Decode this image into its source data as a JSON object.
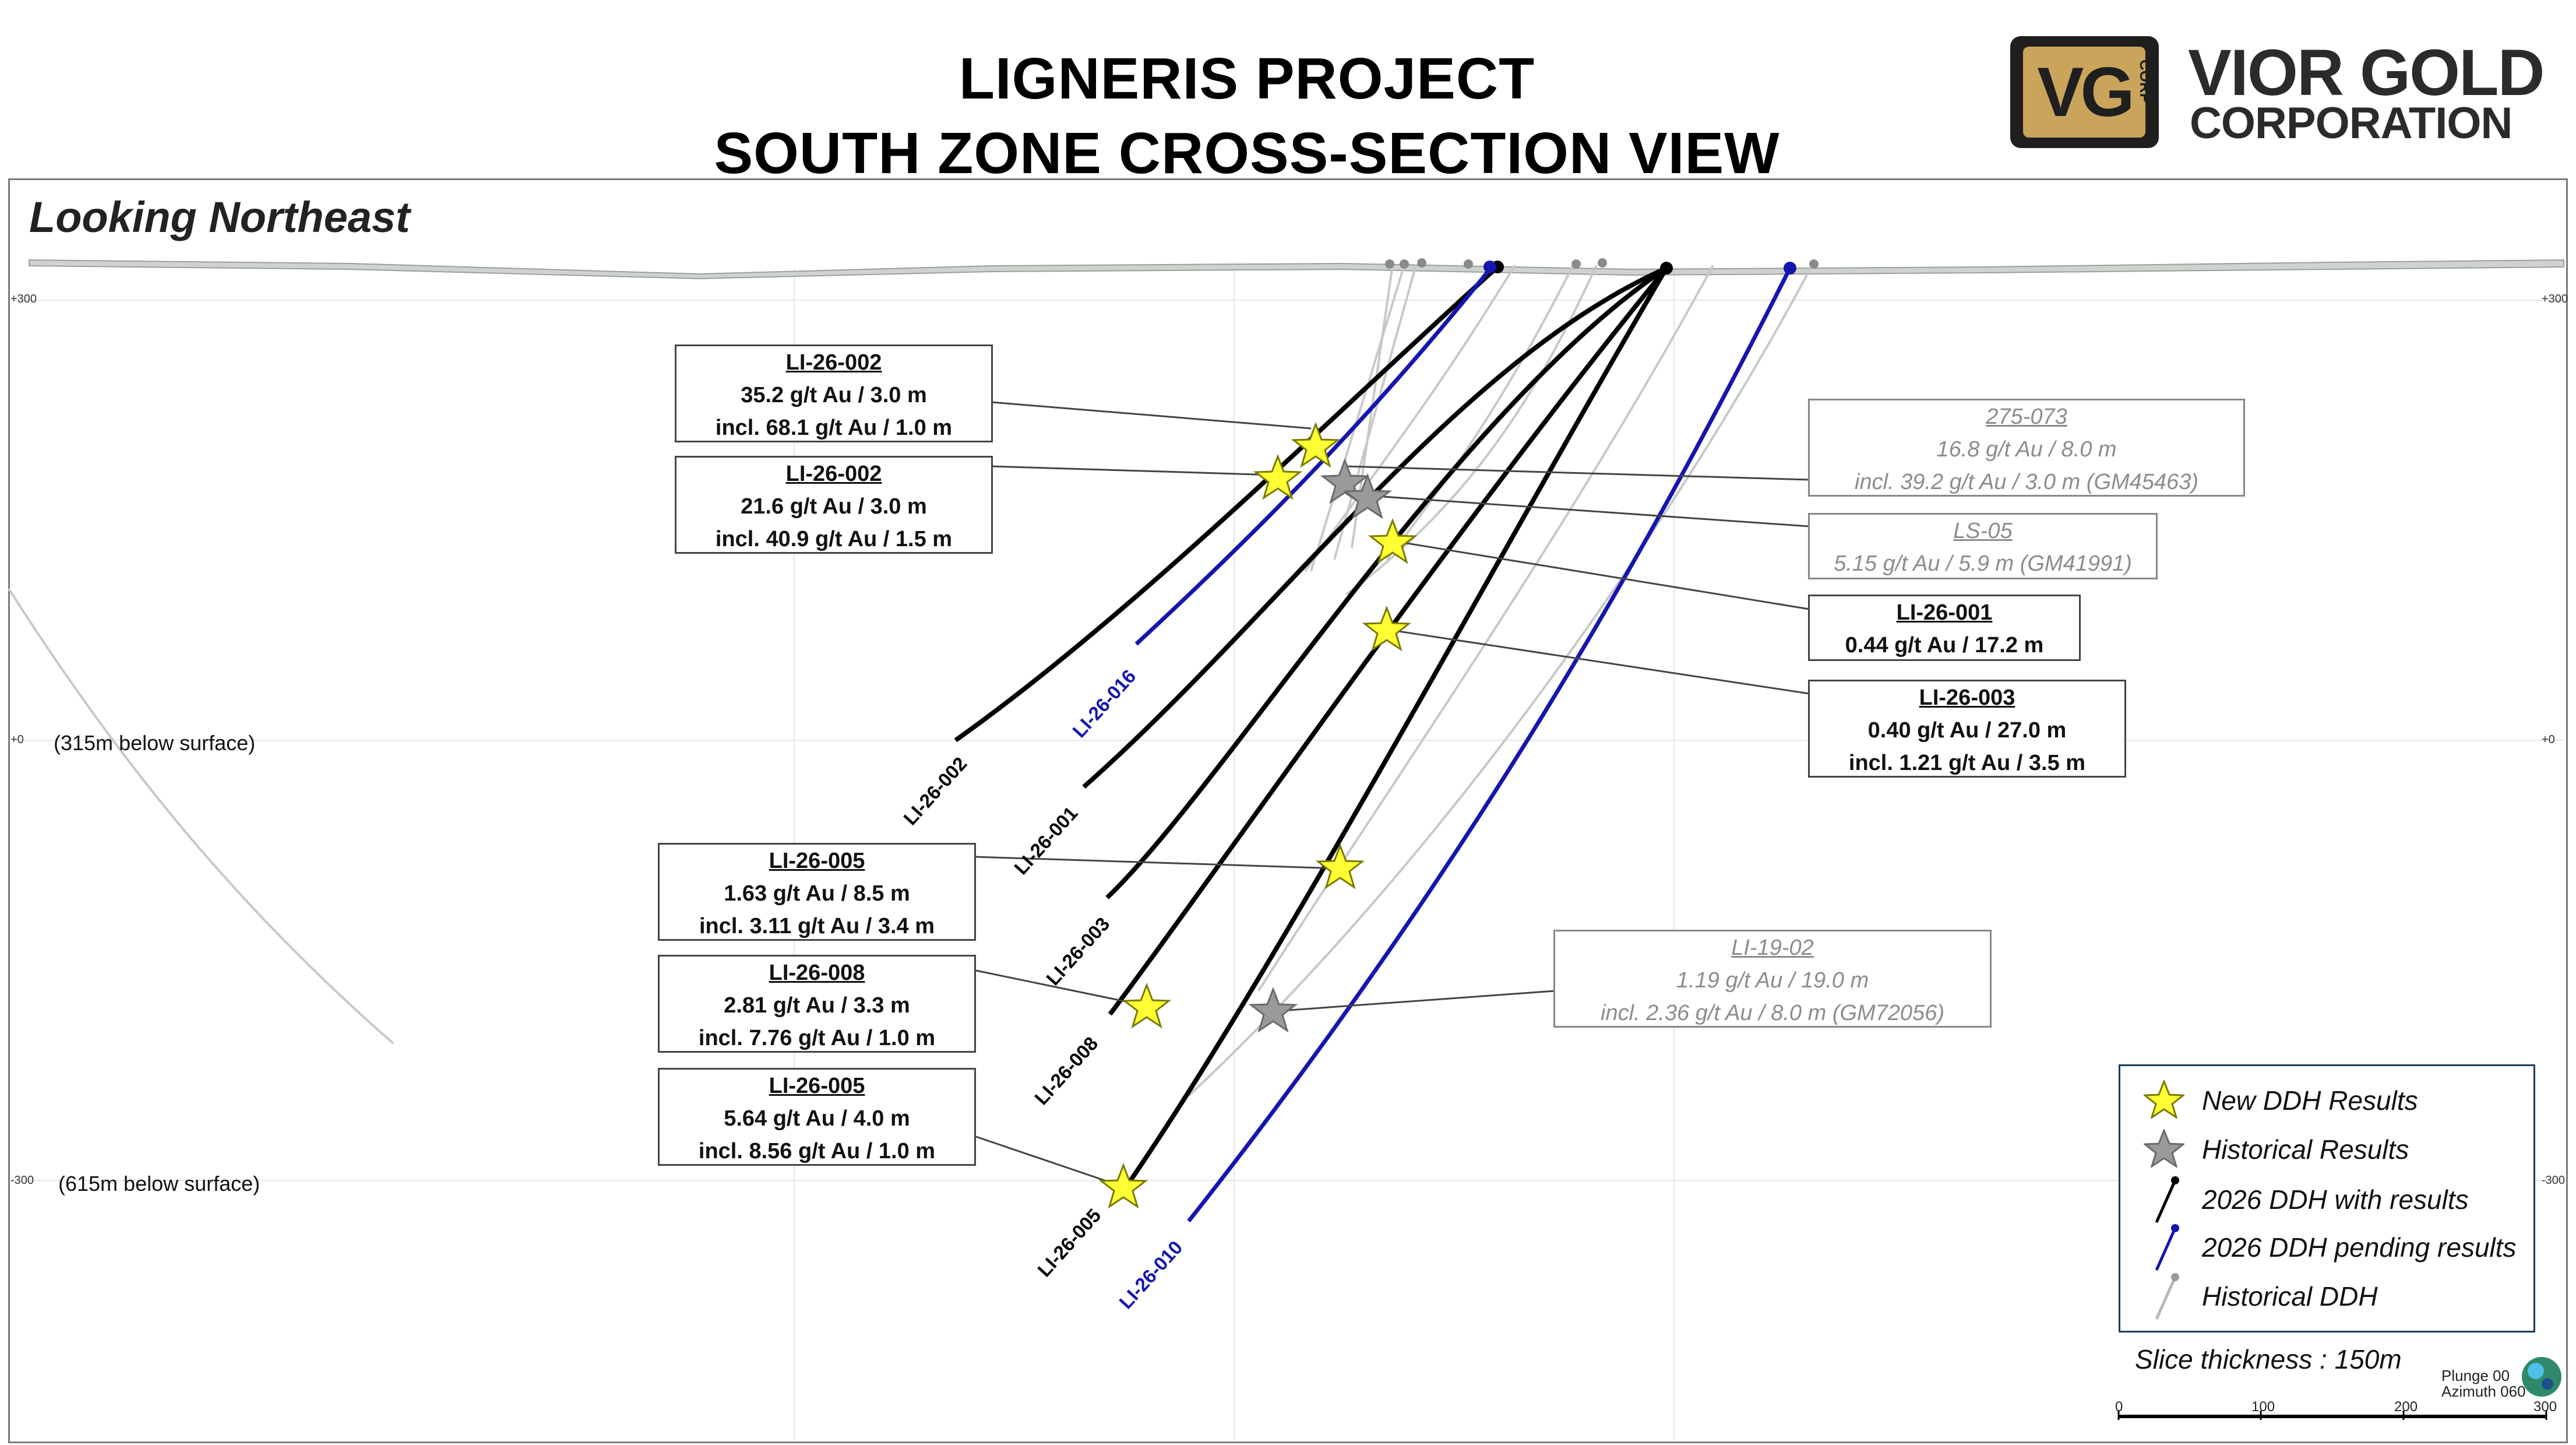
{
  "title": {
    "line1": "LIGNERIS PROJECT",
    "line2": "SOUTH ZONE CROSS-SECTION VIEW"
  },
  "logo": {
    "mark": "VG",
    "mark_small": "CORP",
    "name1": "VIOR GOLD",
    "name2": "CORPORATION"
  },
  "view_label": "Looking Northeast",
  "elevation_ticks": {
    "top": "+300",
    "mid": "+0",
    "bottom": "-300"
  },
  "depth_labels": {
    "mid": "(315m below surface)",
    "bottom": "(615m below surface)"
  },
  "callouts": [
    {
      "title": "LI-26-002",
      "lines": [
        "35.2 g/t Au / 3.0 m",
        "incl. 68.1 g/t Au / 1.0 m"
      ],
      "historical": false
    },
    {
      "title": "LI-26-002",
      "lines": [
        "21.6 g/t Au / 3.0 m",
        "incl. 40.9 g/t Au / 1.5 m"
      ],
      "historical": false
    },
    {
      "title": "275-073",
      "lines": [
        "16.8 g/t Au / 8.0 m",
        "incl. 39.2 g/t Au / 3.0 m (GM45463)"
      ],
      "historical": true
    },
    {
      "title": "LS-05",
      "lines": [
        "5.15 g/t Au / 5.9 m (GM41991)"
      ],
      "historical": true
    },
    {
      "title": "LI-26-001",
      "lines": [
        "0.44 g/t Au / 17.2 m"
      ],
      "historical": false
    },
    {
      "title": "LI-26-003",
      "lines": [
        "0.40 g/t Au / 27.0 m",
        "incl. 1.21 g/t Au / 3.5 m"
      ],
      "historical": false
    },
    {
      "title": "LI-26-005",
      "lines": [
        "1.63 g/t Au / 8.5 m",
        "incl. 3.11 g/t Au / 3.4 m"
      ],
      "historical": false
    },
    {
      "title": "LI-26-008",
      "lines": [
        "2.81 g/t Au / 3.3 m",
        "incl. 7.76 g/t Au / 1.0 m"
      ],
      "historical": false
    },
    {
      "title": "LI-19-02",
      "lines": [
        "1.19 g/t Au / 19.0 m",
        "incl. 2.36 g/t Au / 8.0 m (GM72056)"
      ],
      "historical": true
    },
    {
      "title": "LI-26-005",
      "lines": [
        "5.64 g/t Au / 4.0 m",
        "incl. 8.56 g/t Au / 1.0 m"
      ],
      "historical": false
    }
  ],
  "drill_holes": [
    {
      "label": "LI-26-002",
      "status": "with_results"
    },
    {
      "label": "LI-26-016",
      "status": "pending"
    },
    {
      "label": "LI-26-001",
      "status": "with_results"
    },
    {
      "label": "LI-26-003",
      "status": "with_results"
    },
    {
      "label": "LI-26-008",
      "status": "with_results"
    },
    {
      "label": "LI-26-005",
      "status": "with_results"
    },
    {
      "label": "LI-26-010",
      "status": "pending"
    }
  ],
  "legend": {
    "items": [
      {
        "label": "New DDH Results",
        "icon": "yellow-star-icon"
      },
      {
        "label": "Historical Results",
        "icon": "grey-star-icon"
      },
      {
        "label": "2026 DDH with results",
        "icon": "black-line-icon"
      },
      {
        "label": "2026 DDH pending results",
        "icon": "blue-line-icon"
      },
      {
        "label": "Historical DDH",
        "icon": "grey-line-icon"
      }
    ]
  },
  "slice_thickness": "Slice thickness : 150m",
  "orientation": {
    "plunge": "Plunge 00",
    "azimuth": "Azimuth 060"
  },
  "scale_bar": {
    "ticks": [
      "0",
      "100",
      "200",
      "300"
    ]
  },
  "colors": {
    "new_result_star": "#ffff33",
    "historical_star": "#9a9a9a",
    "ddh_with_results": "#000000",
    "ddh_pending": "#1515b0",
    "historical_ddh": "#c8c8c8",
    "logo_gold": "#c9a45a"
  }
}
